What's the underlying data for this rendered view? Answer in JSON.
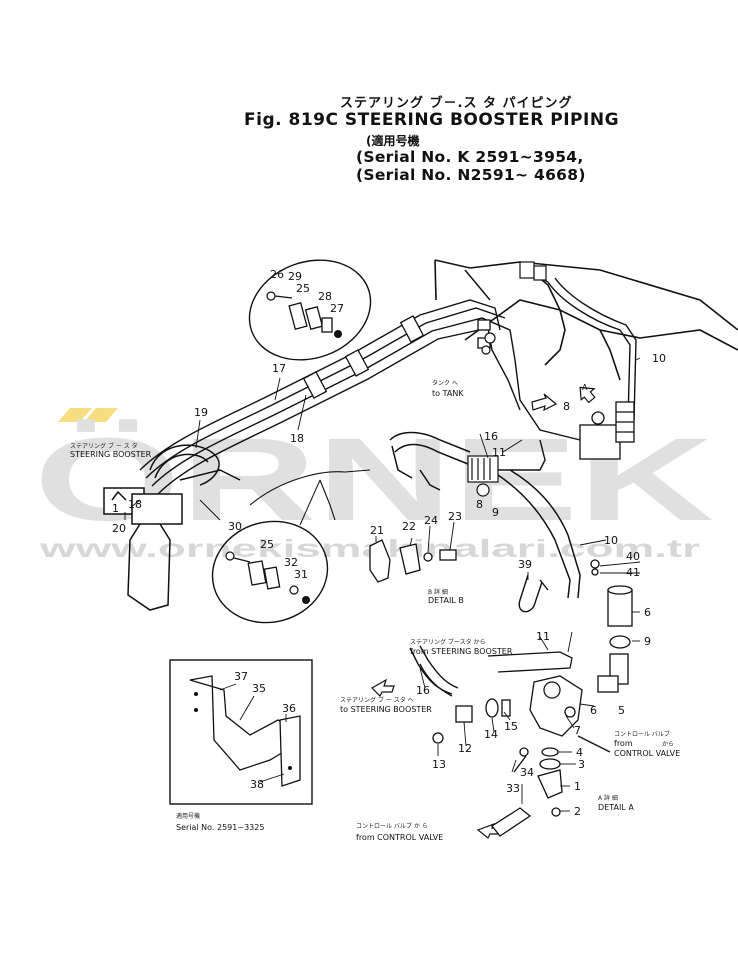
{
  "header": {
    "title_jp": "ステアリング ブ－.ス タ パイピング",
    "title_en": "Fig. 819C STEERING BOOSTER PIPING",
    "serial_label_jp": "(適用号機",
    "serial_1": "(Serial No. K 2591~3954,",
    "serial_2": "(Serial No. N2591~ 4668)"
  },
  "labels": {
    "steering_booster_jp": "ステアリング ブ ー ス タ",
    "steering_booster": "STEERING BOOSTER",
    "to_tank_jp": "タンク へ",
    "to_tank": "to TANK",
    "detail_b_jp": "B 詳 細",
    "detail_b": "DETAIL B",
    "detail_a_jp": "A 詳 細",
    "detail_a": "DETAIL A",
    "from_steering_booster_jp": "ステアリング ブースタ から",
    "from_steering_booster": "from STEERING BOOSTER",
    "to_steering_booster_jp": "ステアリング ブ ー スタ へ",
    "to_steering_booster": "to STEERING BOOSTER",
    "control_valve_jp": "コントロール バルブ",
    "from_word": "from",
    "kara": "から",
    "control_valve": "CONTROL VALVE",
    "from_control_valve_jp": "コントロール バルブ か ら",
    "from_control_valve": "from CONTROL VALVE",
    "inset_serial_jp": "適用号機",
    "inset_serial": "Serial No. 2591~3325",
    "view_a": "A"
  },
  "watermark": {
    "brand": "ÖRNEK",
    "url": "www.ornekismakinalari.com.tr",
    "color": "#c8c8c8",
    "accent": "#f0c419"
  },
  "callouts": {
    "c1": "1",
    "c2": "2",
    "c3": "3",
    "c4": "4",
    "c5": "5",
    "c6": "6",
    "c7": "7",
    "c8": "8",
    "c9": "9",
    "c10": "10",
    "c11": "11",
    "c12": "12",
    "c13": "13",
    "c14": "14",
    "c15": "15",
    "c16": "16",
    "c17": "17",
    "c18": "18",
    "c19": "19",
    "c20": "20",
    "c21": "21",
    "c22": "22",
    "c23": "23",
    "c24": "24",
    "c25": "25",
    "c26": "26",
    "c27": "27",
    "c28": "28",
    "c29": "29",
    "c30": "30",
    "c31": "31",
    "c32": "32",
    "c33": "33",
    "c34": "34",
    "c35": "35",
    "c36": "36",
    "c37": "37",
    "c38": "38",
    "c39": "39",
    "c40": "40",
    "c41": "41"
  }
}
